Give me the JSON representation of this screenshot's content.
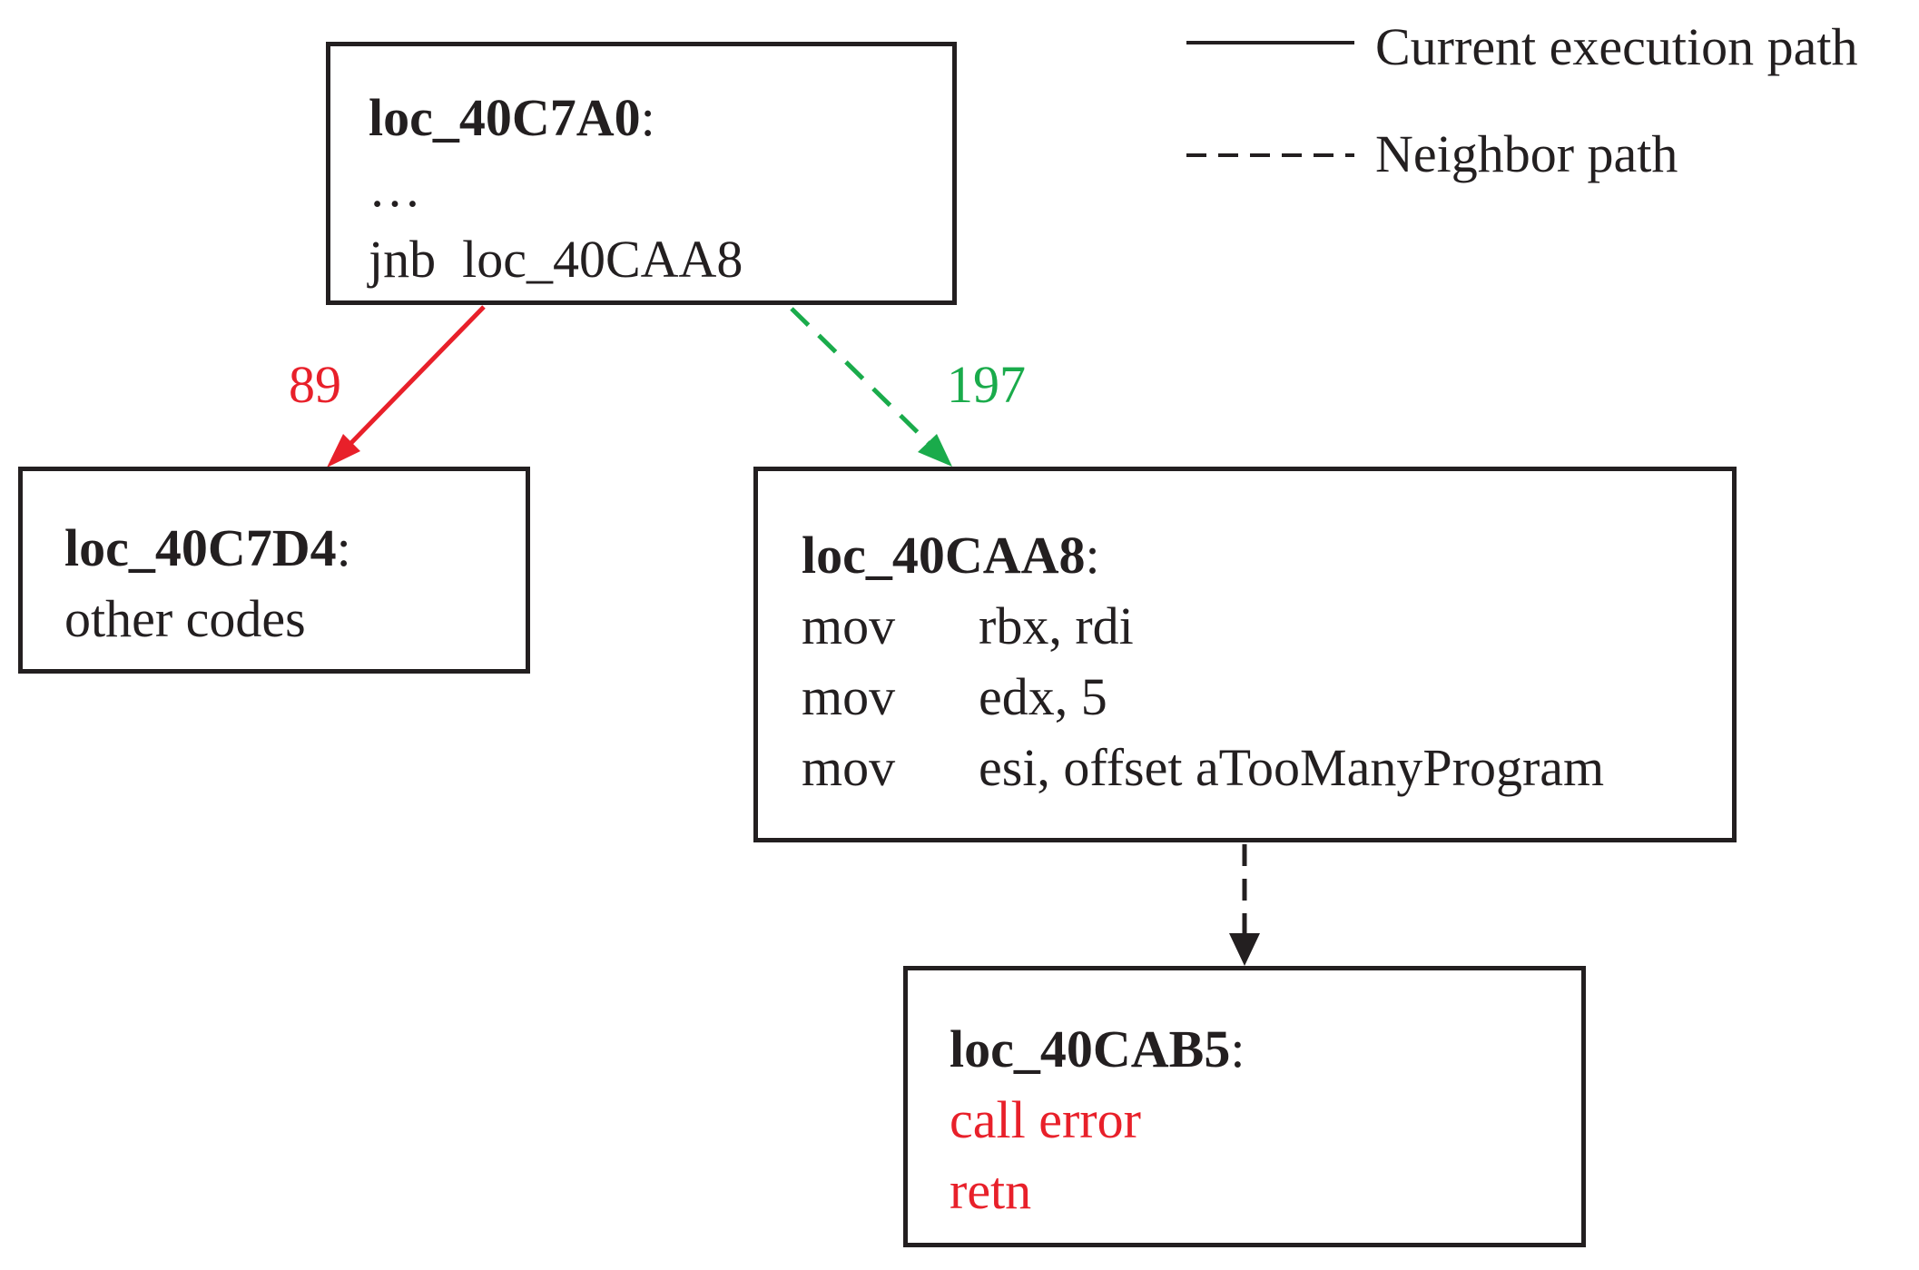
{
  "legend": {
    "solid_label": "Current execution path",
    "dashed_label": "Neighbor path"
  },
  "nodes": {
    "top": {
      "label": "loc_40C7A0",
      "colon": ":",
      "lines": [
        "…",
        "jnb  loc_40CAA8"
      ]
    },
    "left": {
      "label": "loc_40C7D4",
      "colon": ":",
      "lines": [
        "other codes"
      ]
    },
    "right": {
      "label": "loc_40CAA8",
      "colon": ":",
      "instructions": [
        {
          "op": "mov",
          "args": "rbx, rdi"
        },
        {
          "op": "mov",
          "args": "edx, 5"
        },
        {
          "op": "mov",
          "args": "esi, offset aTooManyProgram"
        }
      ]
    },
    "bottom": {
      "label": "loc_40CAB5",
      "colon": ":",
      "lines": [
        "call error",
        "retn"
      ]
    }
  },
  "edges": {
    "top_to_left": {
      "label": "89",
      "color": "#e8202a",
      "style": "solid"
    },
    "top_to_right": {
      "label": "197",
      "color": "#1aab4b",
      "style": "dashed"
    },
    "right_to_bottom": {
      "color": "#231f20",
      "style": "dashed"
    }
  },
  "colors": {
    "ink": "#231f20",
    "highlight_red": "#e8202a",
    "neighbor_green": "#1aab4b"
  }
}
